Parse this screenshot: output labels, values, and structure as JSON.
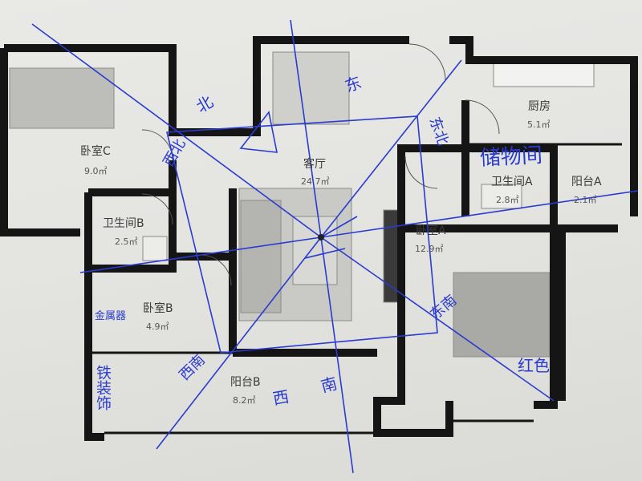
{
  "rooms": [
    {
      "id": "bedroom-c",
      "name": "卧室C",
      "area": "9.0㎡"
    },
    {
      "id": "living",
      "name": "客厅",
      "area": "24.7㎡"
    },
    {
      "id": "kitchen",
      "name": "厨房",
      "area": "5.1㎡"
    },
    {
      "id": "bath-a",
      "name": "卫生间A",
      "area": "2.8㎡"
    },
    {
      "id": "balcony-a",
      "name": "阳台A",
      "area": "2.1㎡"
    },
    {
      "id": "bath-b",
      "name": "卫生间B",
      "area": "2.5㎡"
    },
    {
      "id": "bedroom-a",
      "name": "卧室A",
      "area": "12.9㎡"
    },
    {
      "id": "bedroom-b",
      "name": "卧室B",
      "area": "4.9㎡"
    },
    {
      "id": "balcony-b",
      "name": "阳台B",
      "area": "8.2㎡"
    }
  ],
  "annotations": {
    "storage_label": "储物间",
    "directions": [
      "东",
      "西",
      "南",
      "北"
    ],
    "sectors": [
      "东北",
      "西南",
      "东南",
      "西北"
    ],
    "notes": [
      "红色",
      "铁装饰",
      "金属器"
    ]
  },
  "colors": {
    "ink": "#2a3bd0",
    "wall": "#151515",
    "paper": "#e6e6e3"
  }
}
